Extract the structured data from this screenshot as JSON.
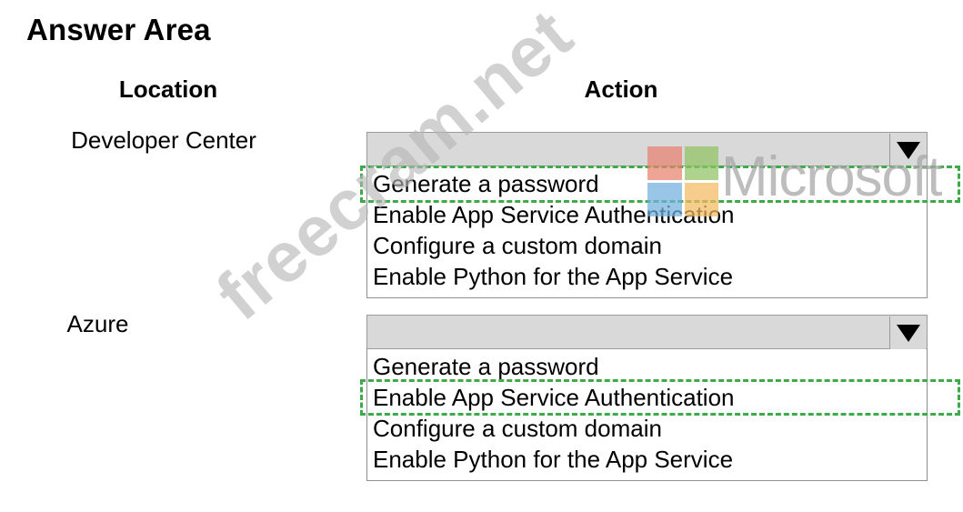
{
  "title": "Answer Area",
  "columns": {
    "location_header": "Location",
    "action_header": "Action"
  },
  "colors": {
    "highlight_green": "#3faa4a",
    "dropdown_header_gray": "#d9d9d9",
    "dropdown_border": "#8f8f8f",
    "watermark_gray": "#b6b6b6",
    "ms_red": "#e8836f",
    "ms_green": "#90c363",
    "ms_blue": "#72afdd",
    "ms_orange": "#f4bb62"
  },
  "rows": [
    {
      "location_label": "Developer Center",
      "dropdown": {
        "selected_value": "",
        "arrow_icon": "chevron-down-icon",
        "options": [
          "Generate a password",
          "Enable App Service Authentication",
          "Configure a custom domain",
          "Enable Python for the App Service"
        ],
        "highlighted_option_index": 0,
        "highlighted_option": "Generate a password"
      }
    },
    {
      "location_label": "Azure",
      "dropdown": {
        "selected_value": "",
        "arrow_icon": "chevron-down-icon",
        "options": [
          "Generate a password",
          "Enable App Service Authentication",
          "Configure a custom domain",
          "Enable Python for the App Service"
        ],
        "highlighted_option_index": 1,
        "highlighted_option": "Enable App Service Authentication"
      }
    }
  ],
  "watermarks": {
    "site": "freecram.net",
    "brand": "Microsoft",
    "brand_logo": "microsoft-logo-icon"
  }
}
